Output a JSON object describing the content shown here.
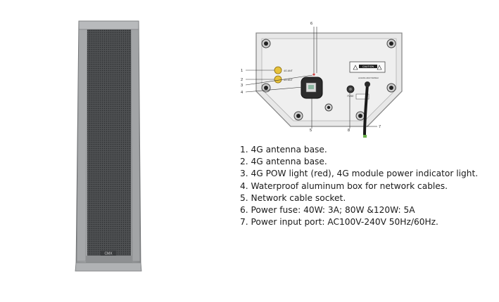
{
  "speaker": {
    "brand": "CMX"
  },
  "panel": {
    "callouts": [
      "1",
      "2",
      "3",
      "4",
      "5",
      "6",
      "7",
      "8"
    ],
    "antenna1_label": "4G ANT",
    "antenna2_label": "4G ANT",
    "caution_label": "CAUTION",
    "fuse_label": "FUSE",
    "power_label": "AC100V-240V 50/60Hz"
  },
  "descriptions": [
    "1. 4G antenna base.",
    "2. 4G antenna base.",
    "3. 4G POW light (red), 4G module power indicator light.",
    "4. Waterproof aluminum box for network cables.",
    "5. Network cable socket.",
    "6. Power fuse: 40W: 3A; 80W &120W: 5A",
    "7. Power input port: AC100V-240V 50Hz/60Hz."
  ]
}
